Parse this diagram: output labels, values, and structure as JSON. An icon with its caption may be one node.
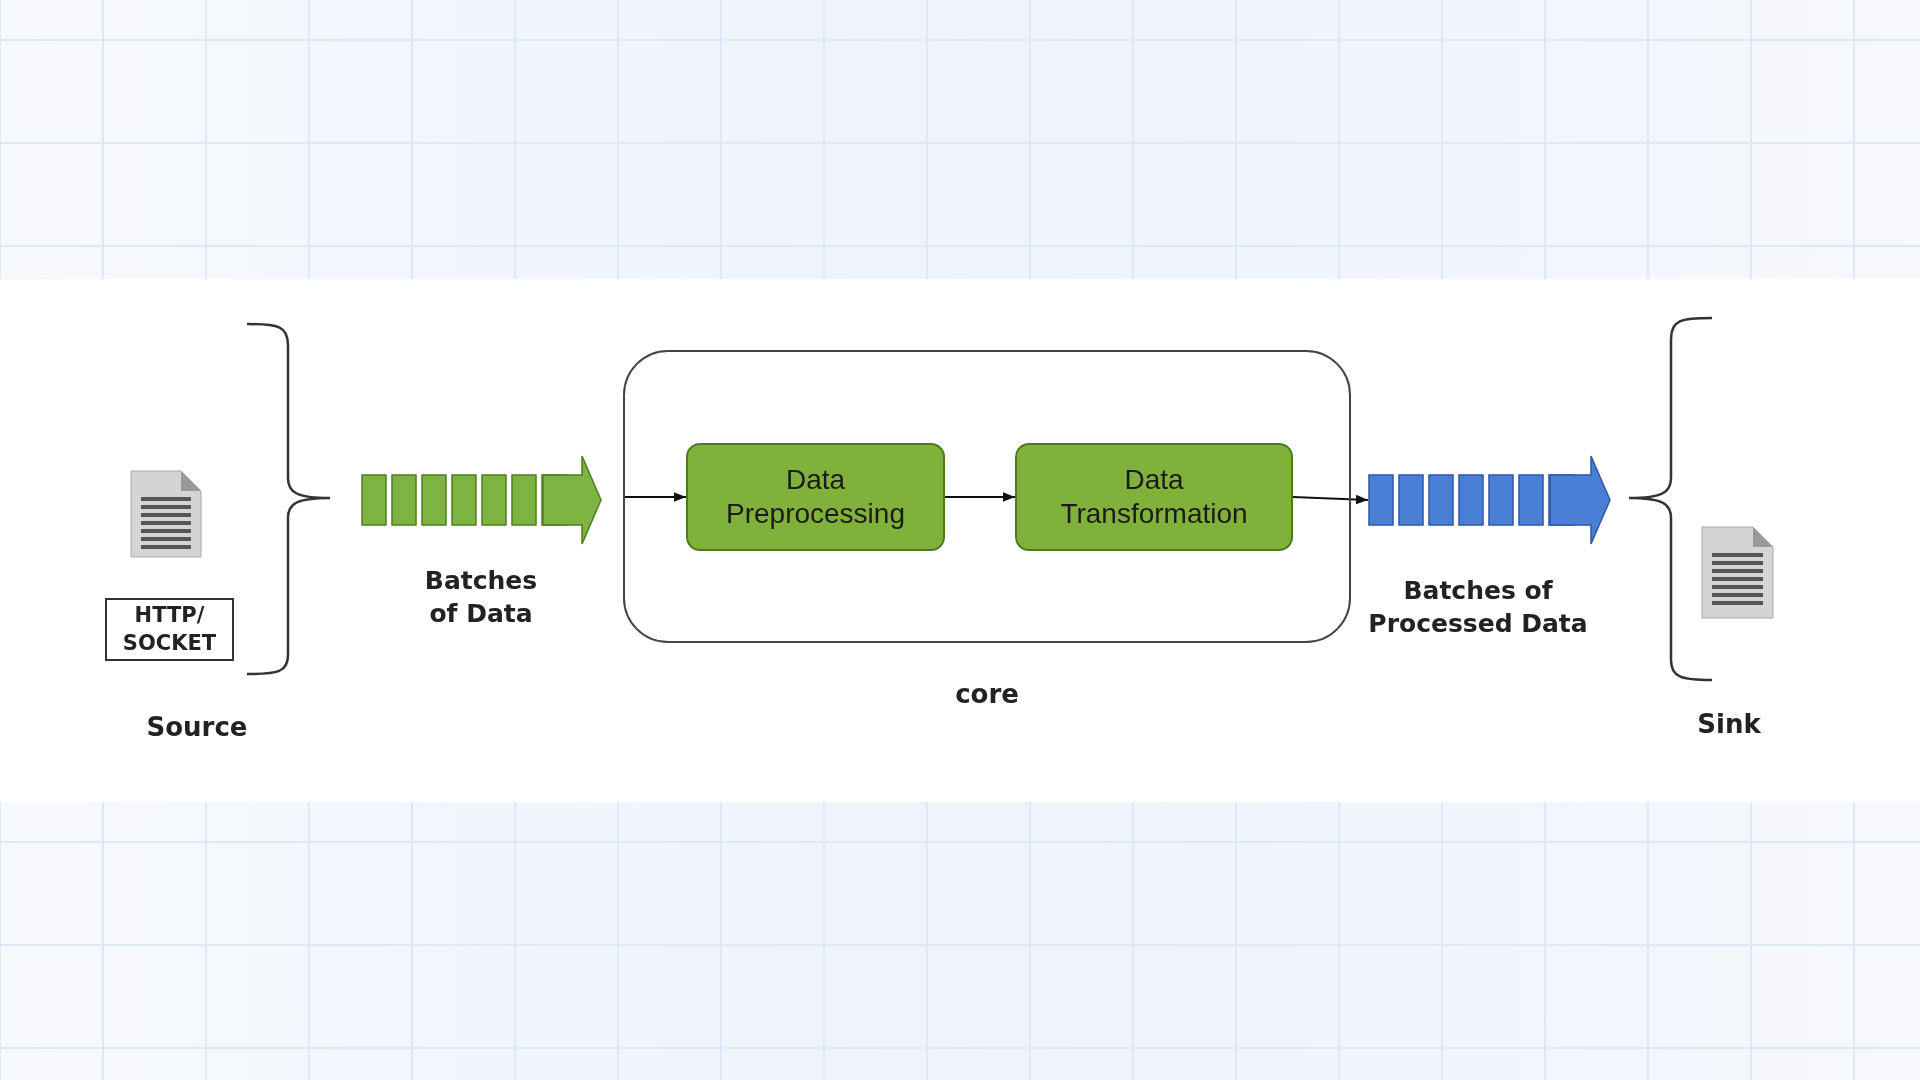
{
  "diagram": {
    "nodes": [
      {
        "text": [],
        "shape": "document"
      },
      {
        "text": [
          "HTTP/ SOCKET"
        ]
      },
      {
        "text": [],
        "shape": "arrow",
        "beside": [
          "Batches of Data"
        ]
      },
      {
        "text": [
          "core"
        ]
      },
      {
        "text": [
          "Data Preprocessing"
        ],
        "in": 3
      },
      {
        "text": [
          "Data Transformation"
        ],
        "in": 3
      },
      {
        "text": [],
        "shape": "arrow",
        "beside": [
          "Batches of Processed Data"
        ]
      },
      {
        "text": [],
        "shape": "document"
      }
    ],
    "edges": [
      {
        "from": null,
        "to": 4,
        "arrow": "to"
      },
      {
        "from": 4,
        "to": 5,
        "arrow": "to"
      },
      {
        "from": 5,
        "to": 6,
        "arrow": "to"
      }
    ],
    "labels": [
      "Source",
      "Sink"
    ]
  }
}
